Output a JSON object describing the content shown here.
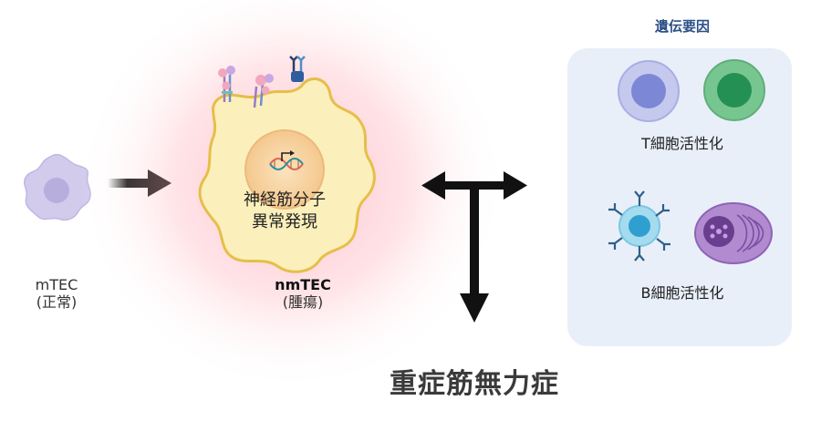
{
  "labels": {
    "mtec_line1": "mTEC",
    "mtec_line2": "(正常)",
    "nmtec_line1": "nmTEC",
    "nmtec_line2": "(腫瘍)",
    "nucleus_line1": "神経筋分子",
    "nucleus_line2": "異常発現",
    "genetic_factor": "遺伝要因",
    "t_cell_activation": "T細胞活性化",
    "b_cell_activation": "B細胞活性化",
    "result": "重症筋無力症"
  },
  "colors": {
    "mtec_cell": "#cfc8ea",
    "mtec_nucleus": "#b3a9dc",
    "tumor_cytoplasm": "#fbefb7",
    "tumor_outline": "#e7c04e",
    "tumor_glow": "#ff9aa8",
    "tumor_nucleus": "#f6d197",
    "panel_bg": "#e9f0fa",
    "title_blue": "#2c4f86",
    "arrow": "#111111",
    "t_cell_1": "#c4c9ee",
    "t_cell_2": "#6fc08f",
    "b_cell": "#5eb8dc",
    "plasma_cell": "#b88ed3"
  },
  "icons": [
    "dna-icon",
    "receptor-icon",
    "antibody-icon"
  ]
}
